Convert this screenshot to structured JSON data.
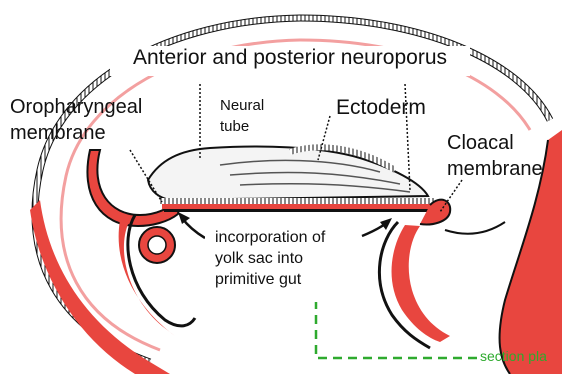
{
  "diagram": {
    "title": "Anterior and posterior neuroporus",
    "labels": {
      "oropharyngeal_line1": "Oropharyngeal",
      "oropharyngeal_line2": "membrane",
      "neural_tube_line1": "Neural",
      "neural_tube_line2": "tube",
      "ectoderm": "Ectoderm",
      "cloacal_line1": "Cloacal",
      "cloacal_line2": "membrane",
      "yolk_sac_text": "incorporation of yolk sac into primitive gut",
      "section_plane": "section pla"
    }
  },
  "colors": {
    "tissue_red": "#e8463f",
    "tissue_pink": "#f3a0a0",
    "outline": "#111111",
    "section_line": "#2eaa2e",
    "neural_tube_fill": "#f4f4f4"
  },
  "icons": {
    "arrow_left": "curved-arrow-icon",
    "arrow_right": "curved-arrow-icon"
  }
}
